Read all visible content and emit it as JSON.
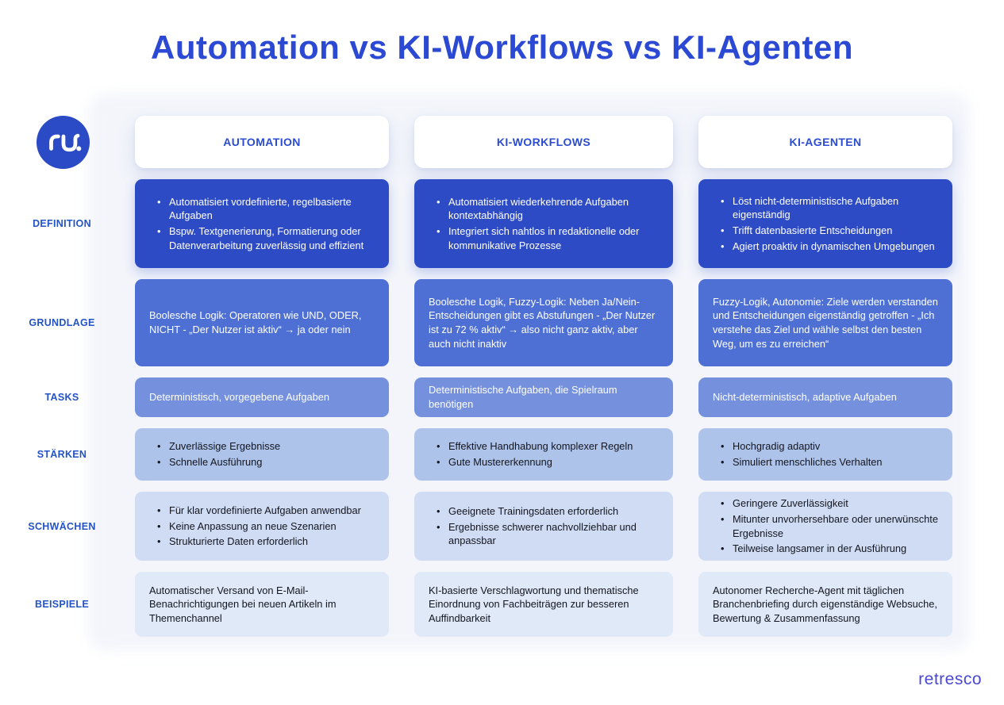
{
  "title": "Automation vs KI-Workflows vs KI-Agenten",
  "brand": {
    "logo_mark": "rtr.",
    "wordmark": "retresco"
  },
  "palette": {
    "title_blue": "#2b49d3",
    "header_text_blue": "#2b4cd0",
    "row_label_blue": "#2453c6",
    "definition_bg": "#2d4bc5",
    "grundlage_bg": "#4e70d4",
    "tasks_bg": "#7591dd",
    "staerken_bg": "#aec3ea",
    "schwaechen_bg": "#cfdcf4",
    "beispiele_bg": "#dfe9f8",
    "light_text": "#ffffff",
    "dark_text": "#14161f",
    "logo_bg": "#2b4ac6",
    "wordmark_color": "#4a47d6"
  },
  "columns": [
    {
      "label": "AUTOMATION"
    },
    {
      "label": "KI-WORKFLOWS"
    },
    {
      "label": "KI-AGENTEN"
    }
  ],
  "rows": [
    {
      "label": "DEFINITION",
      "cells": [
        {
          "bullets": [
            "Automatisiert vordefinierte, regelbasierte Aufgaben",
            "Bspw. Textgenerierung, Formatierung oder Datenverarbeitung zuverlässig und effizient"
          ]
        },
        {
          "bullets": [
            "Automatisiert wiederkehrende Aufgaben kontextabhängig",
            "Integriert sich nahtlos in redaktionelle oder kommunikative Prozesse"
          ]
        },
        {
          "bullets": [
            "Löst nicht-deterministische Aufgaben eigenständig",
            "Trifft datenbasierte Entscheidungen",
            "Agiert proaktiv in dynamischen Umgebungen"
          ]
        }
      ]
    },
    {
      "label": "GRUNDLAGE",
      "cells": [
        {
          "text": "Boolesche Logik: Operatoren wie UND, ODER, NICHT - „Der Nutzer ist aktiv“ → ja oder nein"
        },
        {
          "text": "Boolesche Logik, Fuzzy-Logik: Neben Ja/Nein-Entscheidungen gibt es Abstufungen - „Der Nutzer ist zu 72 % aktiv“ → also nicht ganz aktiv, aber auch nicht inaktiv"
        },
        {
          "text": "Fuzzy-Logik, Autonomie: Ziele werden verstanden und Entscheidungen eigenständig getroffen - „Ich verstehe das Ziel und wähle selbst den besten Weg, um es zu erreichen“"
        }
      ]
    },
    {
      "label": "TASKS",
      "cells": [
        {
          "text": "Deterministisch, vorgegebene Aufgaben"
        },
        {
          "text": "Deterministische Aufgaben, die Spielraum benötigen"
        },
        {
          "text": "Nicht-deterministisch, adaptive Aufgaben"
        }
      ]
    },
    {
      "label": "STÄRKEN",
      "cells": [
        {
          "bullets": [
            "Zuverlässige Ergebnisse",
            "Schnelle Ausführung"
          ]
        },
        {
          "bullets": [
            "Effektive Handhabung komplexer Regeln",
            "Gute Mustererkennung"
          ]
        },
        {
          "bullets": [
            "Hochgradig adaptiv",
            "Simuliert menschliches Verhalten"
          ]
        }
      ]
    },
    {
      "label": "SCHWÄCHEN",
      "cells": [
        {
          "bullets": [
            "Für klar vordefinierte Aufgaben anwendbar",
            "Keine Anpassung an neue Szenarien",
            "Strukturierte Daten erforderlich"
          ]
        },
        {
          "bullets": [
            "Geeignete Trainingsdaten erforderlich",
            "Ergebnisse schwerer nachvollziehbar und anpassbar"
          ]
        },
        {
          "bullets": [
            "Geringere Zuverlässigkeit",
            "Mitunter unvorhersehbare oder unerwünschte Ergebnisse",
            "Teilweise langsamer in der Ausführung"
          ]
        }
      ]
    },
    {
      "label": "BEISPIELE",
      "cells": [
        {
          "text": "Automatischer Versand von E-Mail-Benachrichtigungen bei neuen Artikeln im Themenchannel"
        },
        {
          "text": "KI-basierte Verschlagwortung und thematische Einordnung von Fachbeiträgen zur besseren Auffindbarkeit"
        },
        {
          "text": "Autonomer Recherche-Agent mit täglichen Branchenbriefing durch eigenständige Websuche, Bewertung & Zusammenfassung"
        }
      ]
    }
  ]
}
